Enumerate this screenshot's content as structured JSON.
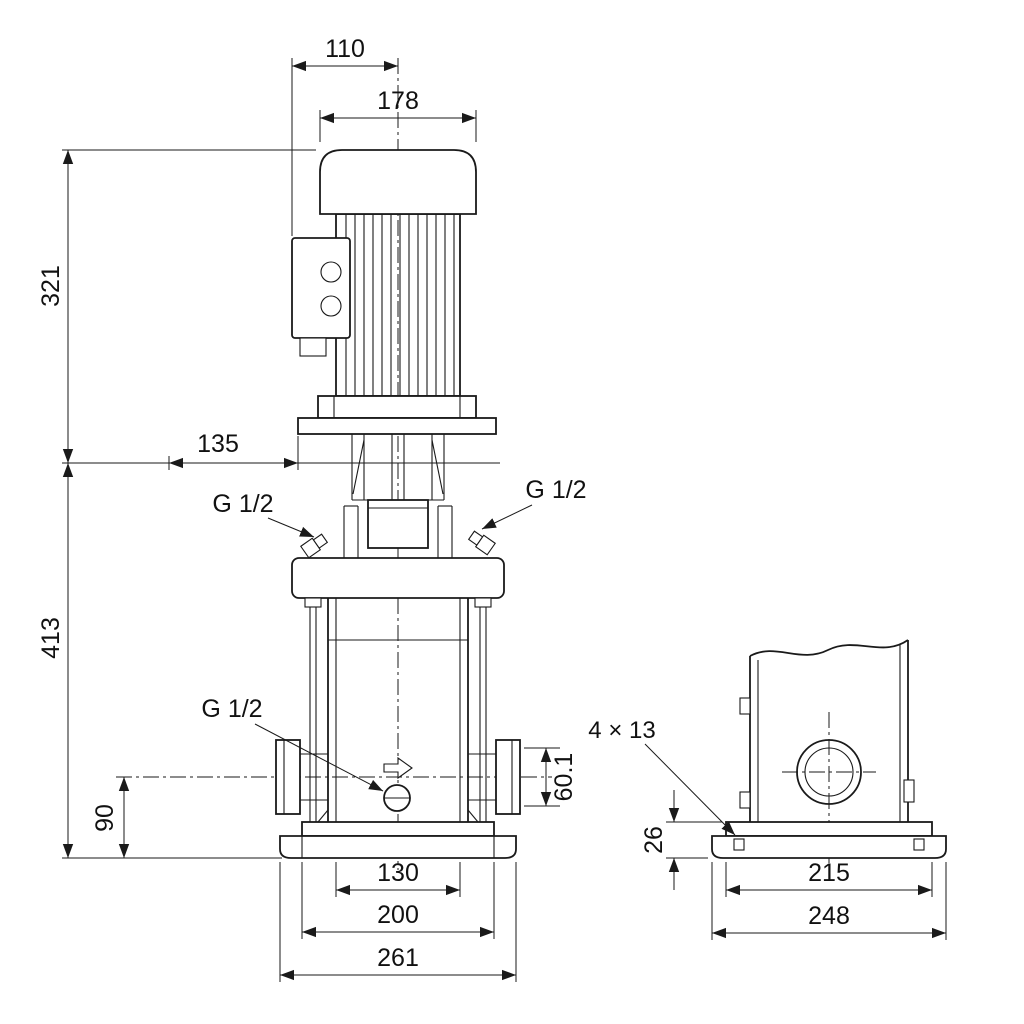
{
  "front_view": {
    "dim_motor_top": "110",
    "dim_motor_width": "178",
    "dim_motor_height": "321",
    "dim_flange_offset": "135",
    "dim_pump_height": "413",
    "label_vent_left": "G 1/2",
    "label_vent_right": "G 1/2",
    "label_drain": "G 1/2",
    "dim_port_height": "90",
    "dim_port_offset": "60.1",
    "dim_base_inner": "130",
    "dim_base_mid": "200",
    "dim_base_overall": "261"
  },
  "side_view": {
    "label_bolt_holes": "4 × 13",
    "dim_base_height": "26",
    "dim_bolt_spacing": "215",
    "dim_base_width": "248"
  },
  "colors": {
    "line": "#1a1a1a",
    "background": "#ffffff"
  }
}
